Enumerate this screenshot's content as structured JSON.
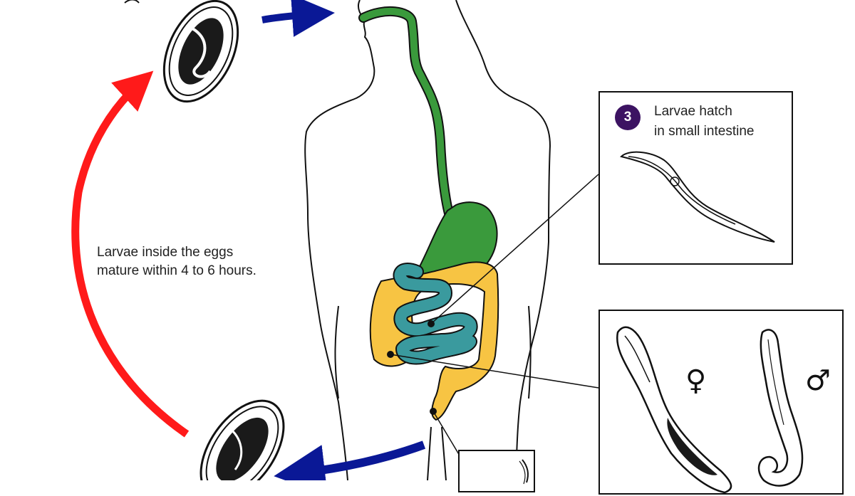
{
  "steps": {
    "hatch": {
      "number": "3",
      "line1": "Larvae hatch",
      "line2": "in small intestine"
    }
  },
  "annotations": {
    "mature_line1": "Larvae inside the eggs",
    "mature_line2": "mature within 4 to 6 hours."
  },
  "symbols": {
    "female": "♀",
    "male": "♂"
  },
  "colors": {
    "esophagus_stomach": "#3a9a3c",
    "small_intestine": "#3a9a9e",
    "large_intestine": "#f7c443",
    "return_arrow": "#ff1a1a",
    "flow_arrow": "#0a1896",
    "badge": "#3c1362",
    "outline": "#111111"
  }
}
